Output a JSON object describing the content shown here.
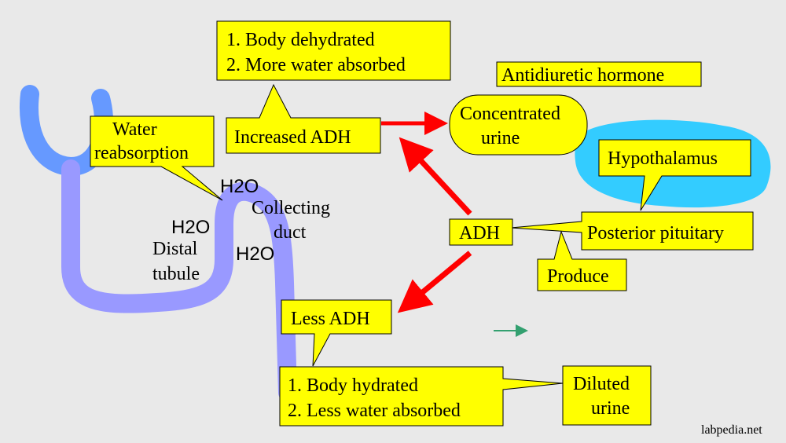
{
  "labels": {
    "body_dehydrated_line1": "1. Body dehydrated",
    "body_dehydrated_line2": "2. More water absorbed",
    "increased_adh": "Increased ADH",
    "concentrated_line1": "Concentrated",
    "concentrated_line2": "urine",
    "antidiuretic_hormone": "Antidiuretic hormone",
    "hypothalamus": "Hypothalamus",
    "adh": "ADH",
    "posterior_pituitary": "Posterior pituitary",
    "produce": "Produce",
    "less_adh": "Less ADH",
    "body_hydrated_line1": "1. Body hydrated",
    "body_hydrated_line2": "2. Less water absorbed",
    "diluted_line1": "Diluted",
    "diluted_line2": "urine",
    "water_reabsorption_line1": "Water",
    "water_reabsorption_line2": "reabsorption",
    "collecting_duct_line1": "Collecting",
    "collecting_duct_line2": "duct",
    "distal_tubule_line1": "Distal",
    "distal_tubule_line2": "tubule",
    "h2o_1": "H2O",
    "h2o_2": "H2O",
    "h2o_3": "H2O",
    "watermark": "labpedia.net"
  },
  "colors": {
    "background": "#e9e9e9",
    "callout_fill": "#ffff00",
    "arrow_red": "#ff0000",
    "tubule_blue": "#6699ff",
    "duct_lavender": "#9999ff",
    "hypothalamus_cyan": "#33ccff",
    "small_arrow_green": "#33a070"
  }
}
